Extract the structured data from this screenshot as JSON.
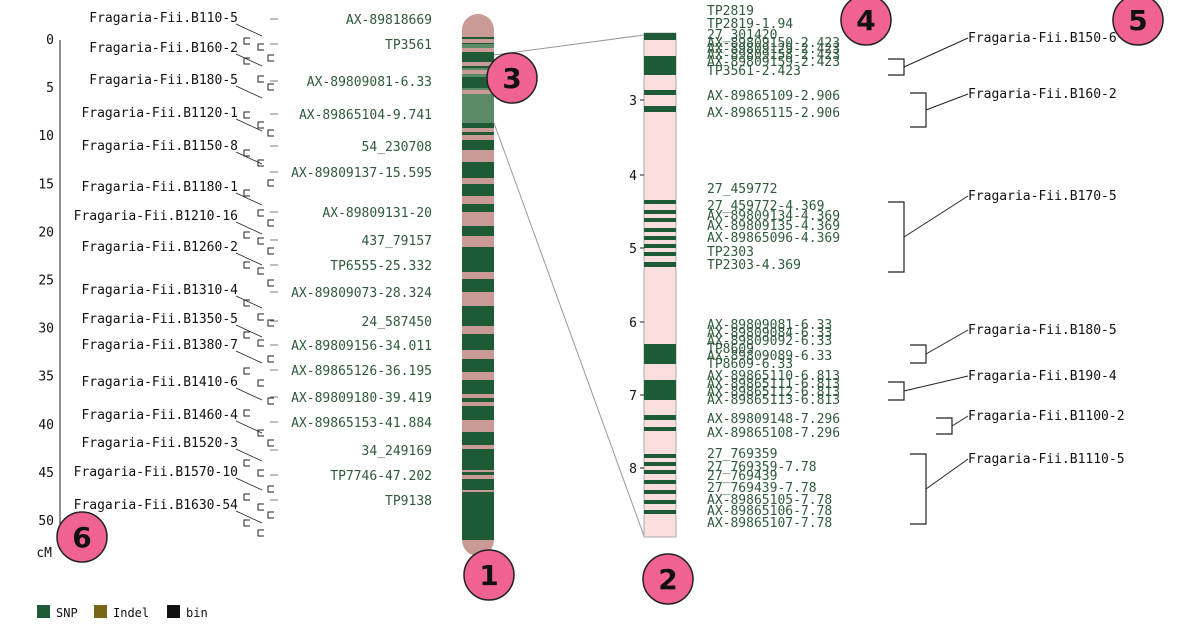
{
  "axis": {
    "unit": "cM",
    "ticks": [
      "0",
      "5",
      "10",
      "15",
      "20",
      "25",
      "30",
      "35",
      "40",
      "45",
      "50"
    ]
  },
  "left_labels": [
    "Fragaria-Fii.B110-5",
    "Fragaria-Fii.B160-2",
    "Fragaria-Fii.B180-5",
    "Fragaria-Fii.B1120-1",
    "Fragaria-Fii.B1150-8",
    "Fragaria-Fii.B1180-1",
    "Fragaria-Fii.B1210-16",
    "Fragaria-Fii.B1260-2",
    "Fragaria-Fii.B1310-4",
    "Fragaria-Fii.B1350-5",
    "Fragaria-Fii.B1380-7",
    "Fragaria-Fii.B1410-6",
    "Fragaria-Fii.B1460-4",
    "Fragaria-Fii.B1520-3",
    "Fragaria-Fii.B1570-10",
    "Fragaria-Fii.B1630-54"
  ],
  "mid_labels": [
    "AX-89818669",
    "TP3561",
    "AX-89809081-6.33",
    "AX-89865104-9.741",
    "54_230708",
    "AX-89809137-15.595",
    "AX-89809131-20",
    "437_79157",
    "TP6555-25.332",
    "AX-89809073-28.324",
    "24_587450",
    "AX-89809156-34.011",
    "AX-89865126-36.195",
    "AX-89809180-39.419",
    "AX-89865153-41.884",
    "34_249169",
    "TP7746-47.202",
    "TP9138"
  ],
  "zoom_axis": {
    "ticks": [
      "3",
      "4",
      "5",
      "6",
      "7",
      "8"
    ]
  },
  "right_labels": [
    "TP2819",
    "TP2819-1.94",
    "27_301420",
    "AX-89809150-2.423",
    "AX-89809129-2.423",
    "AX-89809158-2.423",
    "AX-89809159-2.423",
    "TP3561-2.423",
    "AX-89865109-2.906",
    "AX-89865115-2.906",
    "27_459772",
    "27_459772-4.369",
    "AX-89809134-4.369",
    "AX-89809135-4.369",
    "AX-89865096-4.369",
    "TP2303",
    "TP2303-4.369",
    "AX-89809081-6.33",
    "AX-89809084-6.33",
    "AX-89809092-6.33",
    "TP8609",
    "AX-89809089-6.33",
    "TP8609-6.33",
    "AX-89865110-6.813",
    "AX-89865111-6.813",
    "AX-89865112-6.813",
    "AX-89865113-6.813",
    "AX-89809148-7.296",
    "AX-89865108-7.296",
    "27_769359",
    "27_769359-7.78",
    "27_769439",
    "27_769439-7.78",
    "AX-89865105-7.78",
    "AX-89865106-7.78",
    "AX-89865107-7.78"
  ],
  "bin_labels": [
    "Fragaria-Fii.B150-6",
    "Fragaria-Fii.B160-2",
    "Fragaria-Fii.B170-5",
    "Fragaria-Fii.B180-5",
    "Fragaria-Fii.B190-4",
    "Fragaria-Fii.B1100-2",
    "Fragaria-Fii.B1110-5"
  ],
  "badges": [
    "1",
    "2",
    "3",
    "4",
    "5",
    "6"
  ],
  "legend": [
    {
      "label": "SNP",
      "color": "#1e5a36"
    },
    {
      "label": "Indel",
      "color": "#7a6418"
    },
    {
      "label": "bin",
      "color": "#111111"
    }
  ],
  "colors": {
    "snp": "#1e5a36",
    "chrom_bg": "#c99a96",
    "zoom_bg": "#fbdede",
    "badge": "#f06292"
  }
}
